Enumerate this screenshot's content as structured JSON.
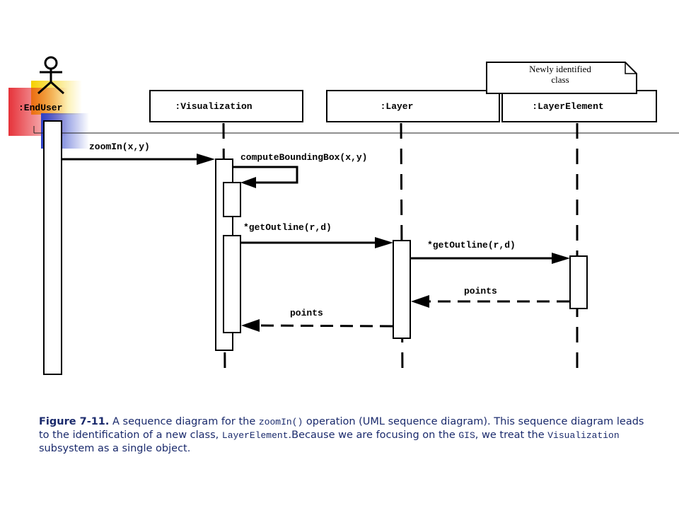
{
  "diagram": {
    "objects": [
      {
        "id": "enduser",
        "label": ":EndUser"
      },
      {
        "id": "visualization",
        "label": ":Visualization"
      },
      {
        "id": "layer",
        "label": ":Layer"
      },
      {
        "id": "layerelement",
        "label": ":LayerElement"
      }
    ],
    "note": {
      "line1": "Newly identified",
      "line2": "class"
    },
    "messages": [
      {
        "id": "zoomin",
        "label": "zoomIn(x,y)"
      },
      {
        "id": "computebb",
        "label": "computeBoundingBox(x,y)"
      },
      {
        "id": "getoutline1",
        "label": "*getOutline(r,d)"
      },
      {
        "id": "getoutline2",
        "label": "*getOutline(r,d)"
      },
      {
        "id": "points1",
        "label": "points"
      },
      {
        "id": "points2",
        "label": "points"
      }
    ],
    "colors": {
      "deco_yellow": "#f5d000",
      "deco_red": "#e31b23",
      "deco_blue": "#2a3fc8",
      "caption": "#1a2a6c"
    }
  },
  "caption": {
    "figure_label": "Figure 7-11.",
    "t1": " A sequence diagram for the ",
    "c1": "zoomIn()",
    "t2": " operation (UML sequence diagram). This sequence diagram leads to the identification of a new class, ",
    "c2": "LayerElement",
    "t3": ".Because we are focusing on the ",
    "c3": "GIS",
    "t4": ", we treat the ",
    "c4": "Visualization",
    "t5": " subsystem as a single object."
  }
}
